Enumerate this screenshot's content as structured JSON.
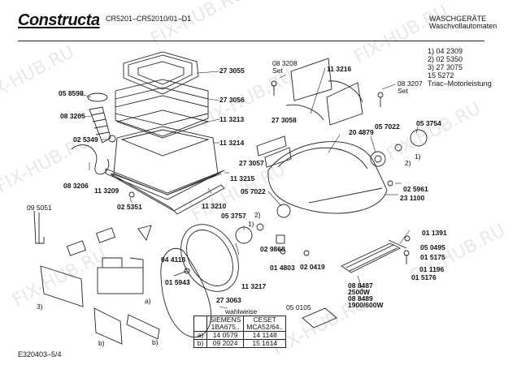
{
  "header": {
    "brand": "Constructa",
    "model": "CR5201–CR52010/01–D1",
    "category": "WASCHGERÄTE",
    "subcategory": "Waschvollautomaten"
  },
  "notes": [
    "1)  04 2309",
    "2)  02 5350",
    "3)  27 3075",
    "      15 5272",
    "      Triac–Motorleistung"
  ],
  "part_labels": [
    {
      "id": "p273055",
      "text": "27 3055"
    },
    {
      "id": "p058598",
      "text": "05 8598"
    },
    {
      "id": "p273056",
      "text": "27 3056"
    },
    {
      "id": "p083205",
      "text": "08 3205"
    },
    {
      "id": "p113213",
      "text": "11 3213"
    },
    {
      "id": "p025349",
      "text": "02 5349"
    },
    {
      "id": "p113214",
      "text": "11 3214"
    },
    {
      "id": "p083206",
      "text": "08 3206"
    },
    {
      "id": "p113209",
      "text": "11 3209"
    },
    {
      "id": "p113215",
      "text": "11 3215"
    },
    {
      "id": "p025351",
      "text": "02 5351"
    },
    {
      "id": "p113210",
      "text": "11 3210"
    },
    {
      "id": "p095051",
      "text": "09 5051"
    },
    {
      "id": "p083208",
      "text": "08 3208"
    },
    {
      "id": "p083208set",
      "text": "Set"
    },
    {
      "id": "p113216",
      "text": "11 3216"
    },
    {
      "id": "p083207",
      "text": "08 3207"
    },
    {
      "id": "p083207set",
      "text": "Set"
    },
    {
      "id": "p273058",
      "text": "27 3058"
    },
    {
      "id": "p273057",
      "text": "27 3057"
    },
    {
      "id": "p204879",
      "text": "20 4879"
    },
    {
      "id": "p057022a",
      "text": "05 7022"
    },
    {
      "id": "p053754",
      "text": "05 3754"
    },
    {
      "id": "n1a",
      "text": "1)"
    },
    {
      "id": "n2a",
      "text": "2)"
    },
    {
      "id": "p025961",
      "text": "02 5961"
    },
    {
      "id": "p231100",
      "text": "23 1100"
    },
    {
      "id": "p057022b",
      "text": "05 7022"
    },
    {
      "id": "p053757",
      "text": "05 3757"
    },
    {
      "id": "n2b",
      "text": "2)"
    },
    {
      "id": "n1b",
      "text": "1)"
    },
    {
      "id": "p029868",
      "text": "02 9868"
    },
    {
      "id": "p014803",
      "text": "01 4803"
    },
    {
      "id": "p020419",
      "text": "02 0419"
    },
    {
      "id": "p044118",
      "text": "04 4118"
    },
    {
      "id": "p015943",
      "text": "01 5943"
    },
    {
      "id": "p113217",
      "text": "11 3217"
    },
    {
      "id": "p273063",
      "text": "27 3063"
    },
    {
      "id": "p011391",
      "text": "01 1391"
    },
    {
      "id": "p050495",
      "text": "05 0495"
    },
    {
      "id": "p015175",
      "text": "01 5175"
    },
    {
      "id": "p011196",
      "text": "01 1196"
    },
    {
      "id": "p015176",
      "text": "01 5176"
    },
    {
      "id": "p088487",
      "text": "08 8487"
    },
    {
      "id": "p2500w",
      "text": "2500W"
    },
    {
      "id": "p088489",
      "text": "08 8489"
    },
    {
      "id": "p1900w",
      "text": "1900/600W"
    },
    {
      "id": "p050105",
      "text": "05 0105"
    },
    {
      "id": "n3",
      "text": "3)"
    },
    {
      "id": "na",
      "text": "a)"
    },
    {
      "id": "nb1",
      "text": "b)"
    },
    {
      "id": "nb2",
      "text": "b)"
    }
  ],
  "options_table": {
    "title": "wahlweise",
    "headers": [
      {
        "line1": "SIEMENS",
        "line2": "1BA675.."
      },
      {
        "line1": "CESET",
        "line2": "MCA52/64.."
      }
    ],
    "rows": [
      {
        "key": "a)",
        "siemens": "14 0579",
        "ceset": "14 1148"
      },
      {
        "key": "b)",
        "siemens": "09 2024",
        "ceset": "15 1614"
      }
    ]
  },
  "footer": {
    "drawing_number": "E320403–5/4"
  },
  "watermark": "FIX-HUB.RU"
}
